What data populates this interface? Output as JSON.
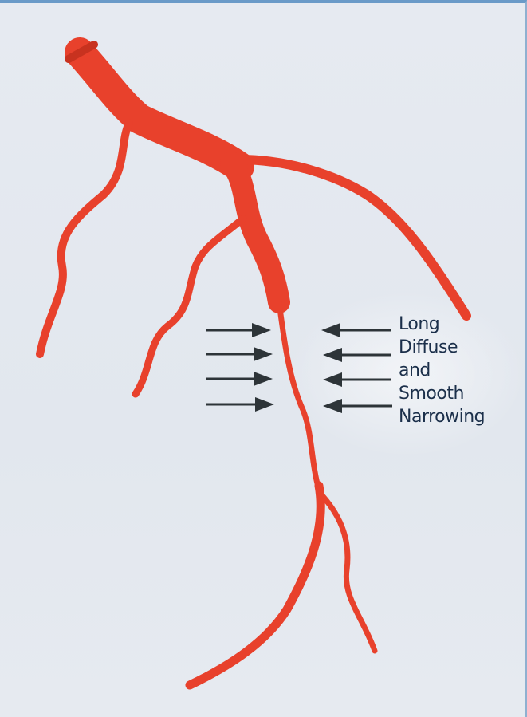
{
  "colors": {
    "artery": "#e8412c",
    "artery_dark": "#c8321f",
    "arrow": "#2d3438",
    "background": "#e4e8ef"
  },
  "annotation": {
    "lines": [
      "Long",
      "Diffuse",
      "and",
      "Smooth",
      "Narrowing"
    ]
  },
  "arrows": {
    "left_count": 4,
    "right_count": 4,
    "direction": "pointing-inward"
  }
}
